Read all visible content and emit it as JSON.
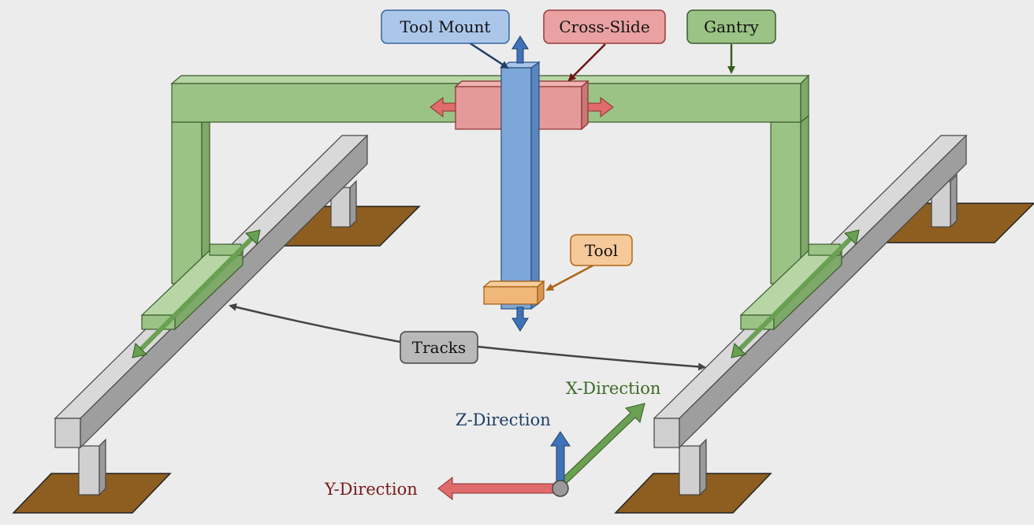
{
  "diagram": {
    "labels": {
      "tool_mount": "Tool Mount",
      "cross_slide": "Cross-Slide",
      "gantry": "Gantry",
      "tool": "Tool",
      "tracks": "Tracks"
    },
    "directions": {
      "x": "X-Direction",
      "y": "Y-Direction",
      "z": "Z-Direction"
    },
    "colors": {
      "background": "#ececec",
      "gantry": "#9bc385",
      "cross_slide": "#e59a9a",
      "tool_mount": "#7ca7d8",
      "tool": "#f0b77a",
      "tracks": "#bdbdbd",
      "floor": "#8e5e20",
      "x_axis": "#6aa052",
      "y_axis": "#d96666",
      "z_axis": "#3f72b8"
    }
  }
}
